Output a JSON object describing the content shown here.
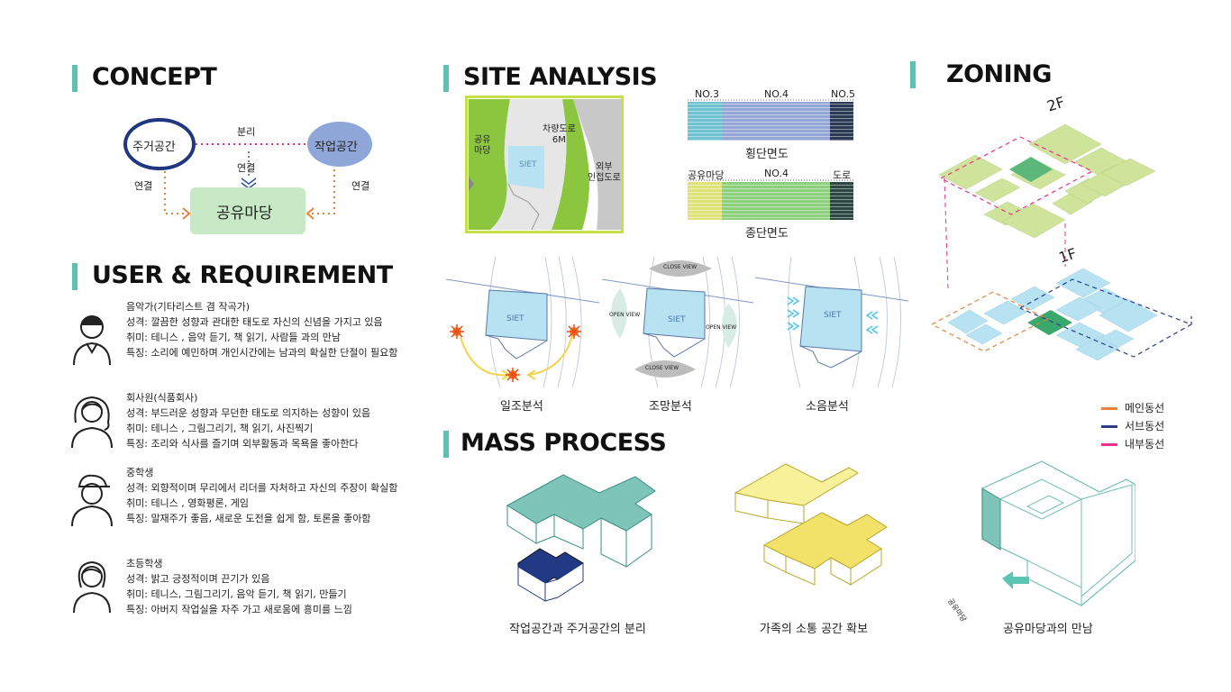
{
  "concept": {
    "title": "CONCEPT",
    "residential": "주거공간",
    "work": "작업공간",
    "shared": "공유마당",
    "separation": "분리",
    "connect_center": "연결",
    "connect_left": "연결",
    "connect_right": "연결"
  },
  "users": {
    "title": "USER & REQUIREMENT",
    "items": [
      {
        "name": "음악가(기타리스트 겸 작곡가)",
        "lines": [
          "성격: 깔끔한 성향과 관대한 태도로 자신의 신념을 가지고 있음",
          "취미:  테니스 , 음악 듣기, 책 읽기, 사람들 과의 만남",
          "특징:  소리에 예민하며 개인시간에는 남과의 확실한 단절이 필요함"
        ]
      },
      {
        "name": "회사원(식품회사)",
        "lines": [
          "성격: 부드러운 성향과 무던한 태도로 의지하는 성향이 있음",
          "취미:  테니스 , 그림그리기, 책 읽기, 사진찍기",
          "특징:  조리와 식사를 즐기며 외부활동과 목욕을 좋아한다"
        ]
      },
      {
        "name": "중학생",
        "lines": [
          "성격: 외향적이며 무리에서 리더를 자처하고 자신의 주장이 확실함",
          "취미:  테니스 ,  영화평론, 게임",
          "특징: 말재주가 좋음, 새로운 도전을  쉽게 함, 토론을 좋아함"
        ]
      },
      {
        "name": "초등학생",
        "lines": [
          "성격: 밝고 긍정적이며 끈기가 있음",
          "취미:  테니스, 그림그리기, 음악 듣기, 책 읽기, 만들기",
          "특징:  아버지 작업실을 자주 가고 새로움에 흥미를 느낌"
        ]
      }
    ]
  },
  "site": {
    "title": "SITE ANALYSIS",
    "map_labels": {
      "plaza": "공유\n마당",
      "road": "차량도로\n6M",
      "siet": "SIET",
      "outer": "외부\n인접도로"
    },
    "cross": {
      "no3": "NO.3",
      "no4": "NO.4",
      "no5": "NO.5",
      "caption": "횡단면도"
    },
    "long": {
      "plaza": "공유마당",
      "no4": "NO.4",
      "road": "도로",
      "caption": "종단면도"
    },
    "analyses": [
      {
        "caption": "일조분석",
        "siet": "SIET"
      },
      {
        "caption": "조망분석",
        "siet": "SIET",
        "close": "CLOSE VIEW",
        "open": "OPEN VIEW"
      },
      {
        "caption": "소음분석",
        "siet": "SIET"
      }
    ]
  },
  "mass": {
    "title": "MASS PROCESS",
    "steps": [
      {
        "caption": "작업공간과 주거공간의 분리"
      },
      {
        "caption": "가족의 소통 공간 확보"
      },
      {
        "caption": "공유마당과의 만남",
        "arrow_label": "공유마당"
      }
    ]
  },
  "zoning": {
    "title": "ZONING",
    "floor2": "2F",
    "floor1": "1F",
    "legend": [
      {
        "label": "메인동선",
        "color": "#e8833a"
      },
      {
        "label": "서브동선",
        "color": "#2b3d8c"
      },
      {
        "label": "내부동선",
        "color": "#e8338a"
      }
    ]
  },
  "colors": {
    "accent": "#5fbfb0",
    "mint": "#7fc4b8",
    "navy": "#223a85",
    "yellow": "#f3e26a",
    "lime": "#cfe39a",
    "green": "#8bcf7f"
  }
}
